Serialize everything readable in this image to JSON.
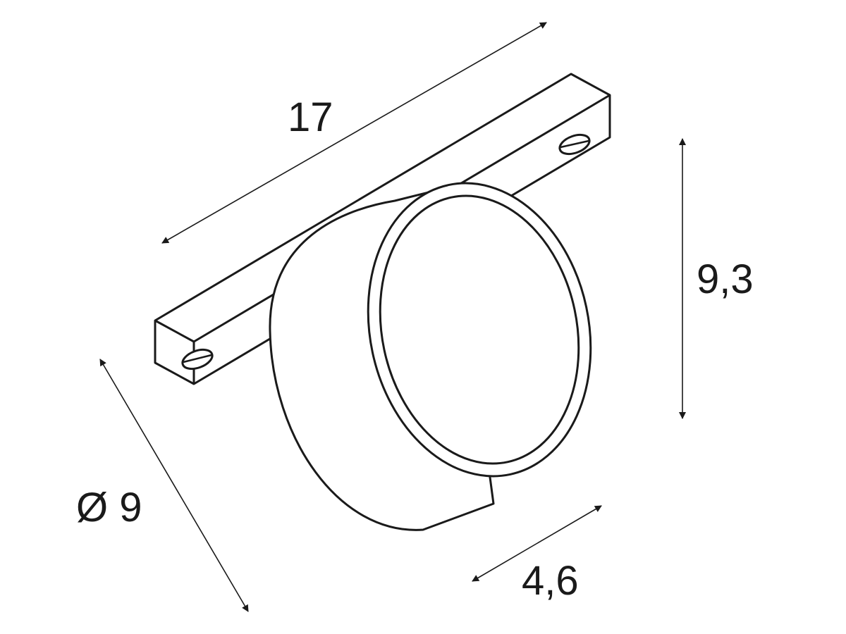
{
  "diagram": {
    "dimensions": {
      "length": "17",
      "height": "9,3",
      "diameter": "Ø 9",
      "depth": "4,6"
    },
    "colors": {
      "line": "#1a1a1a",
      "background": "#ffffff"
    }
  }
}
